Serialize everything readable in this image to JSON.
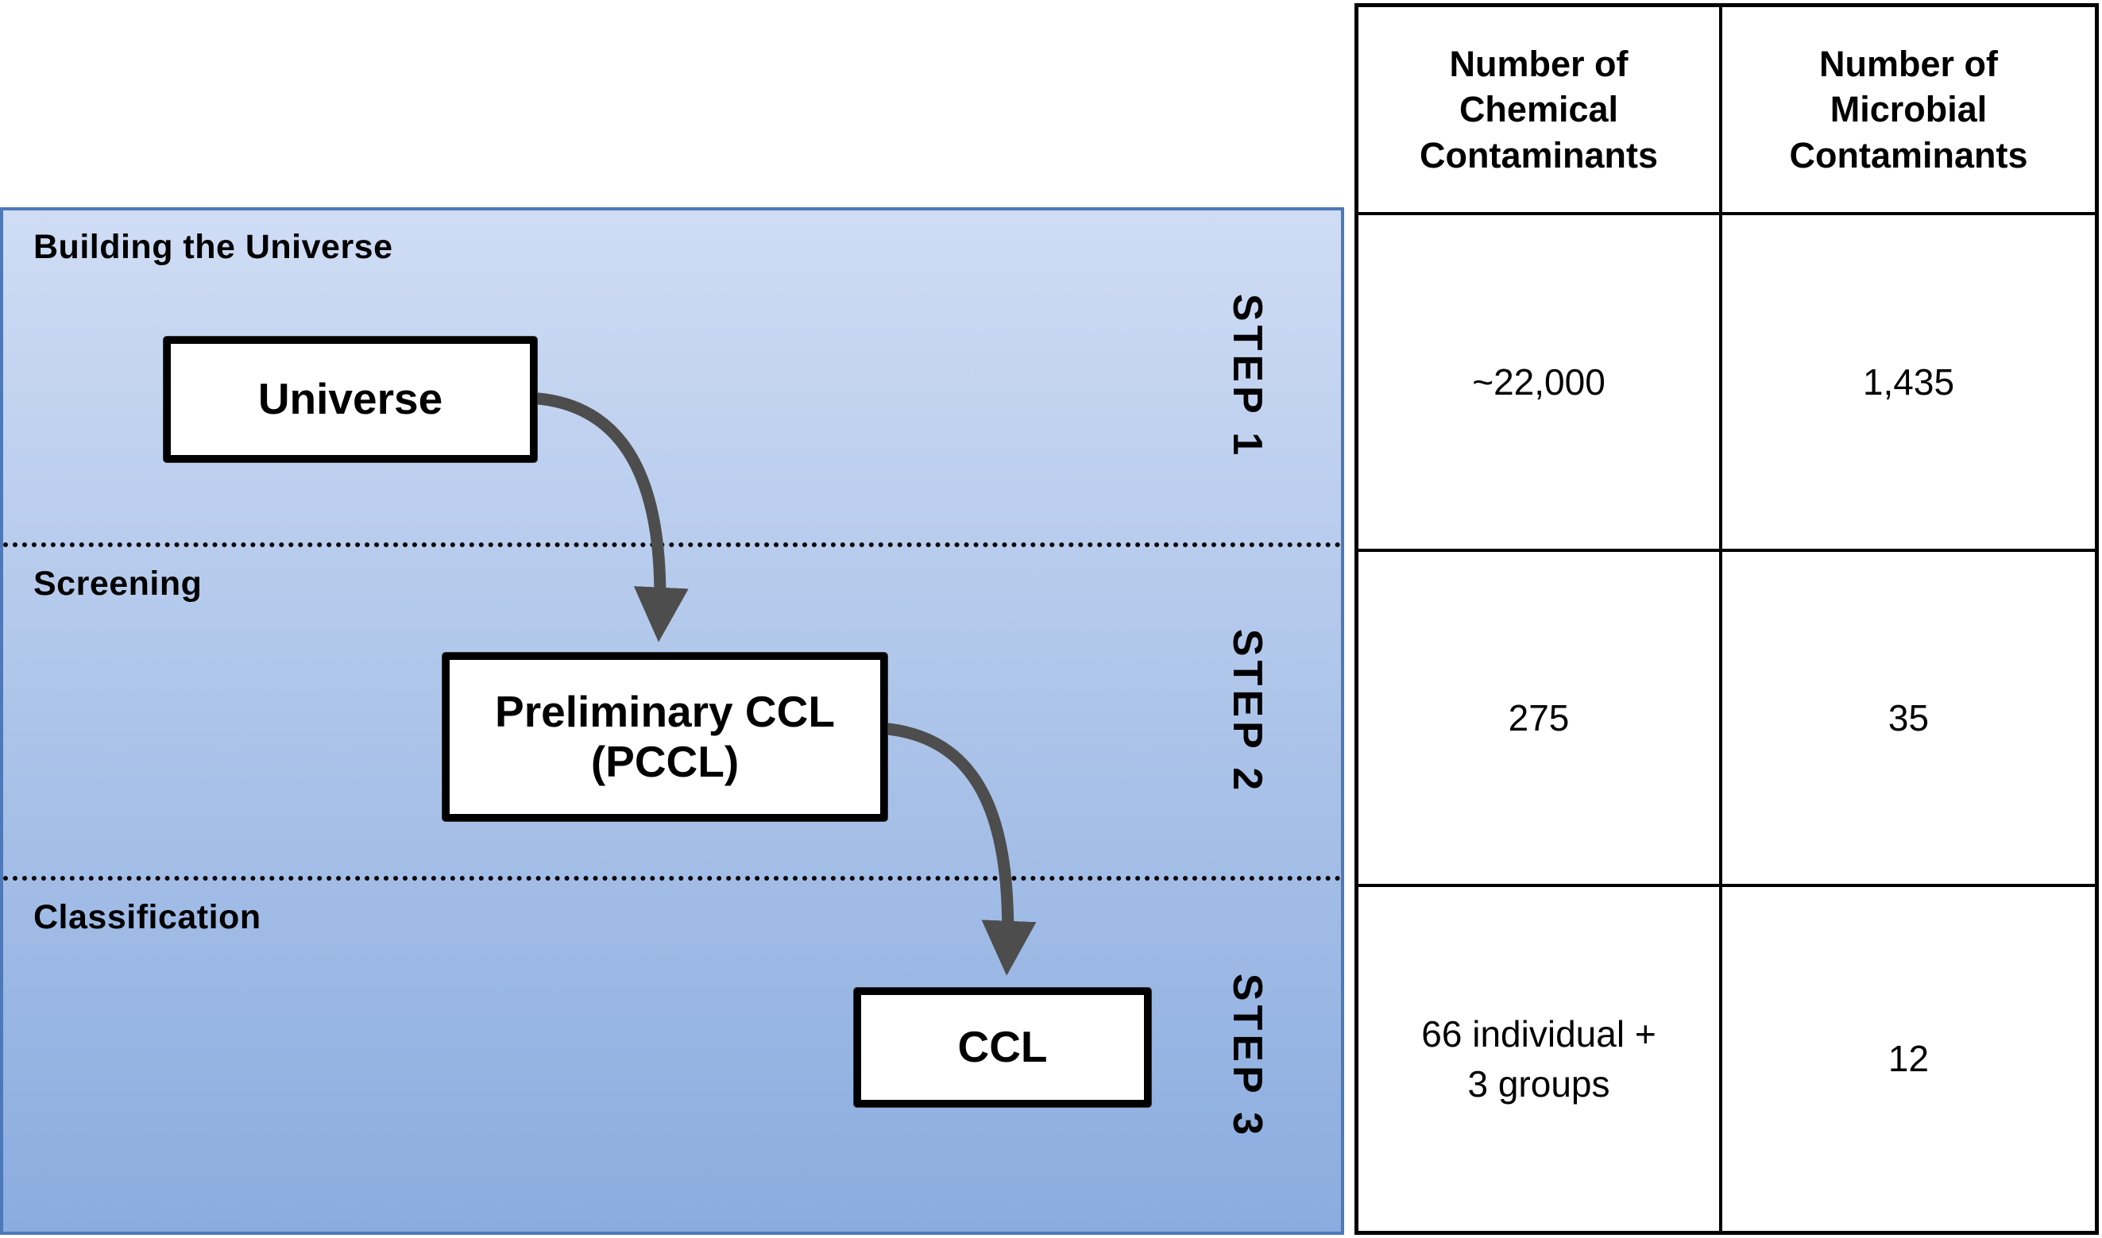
{
  "colors": {
    "panel_top": "#cfdcf4",
    "panel_bottom": "#8aacdf",
    "panel_border": "#4e79b9",
    "arrow": "#4d4d4d",
    "box_border": "#000000",
    "table_border": "#000000"
  },
  "diagram": {
    "sections": [
      {
        "label": "Building the Universe",
        "step": "STEP 1"
      },
      {
        "label": "Screening",
        "step": "STEP 2"
      },
      {
        "label": "Classification",
        "step": "STEP 3"
      }
    ],
    "boxes": {
      "universe": "Universe",
      "pccl_line1": "Preliminary CCL",
      "pccl_line2": "(PCCL)",
      "ccl": "CCL"
    }
  },
  "table": {
    "headers": {
      "chemical": "Number of\nChemical\nContaminants",
      "microbial": "Number of\nMicrobial\nContaminants"
    },
    "rows": [
      {
        "chemical": "~22,000",
        "microbial": "1,435"
      },
      {
        "chemical": "275",
        "microbial": "35"
      },
      {
        "chemical": "66 individual +\n3 groups",
        "microbial": "12"
      }
    ]
  }
}
